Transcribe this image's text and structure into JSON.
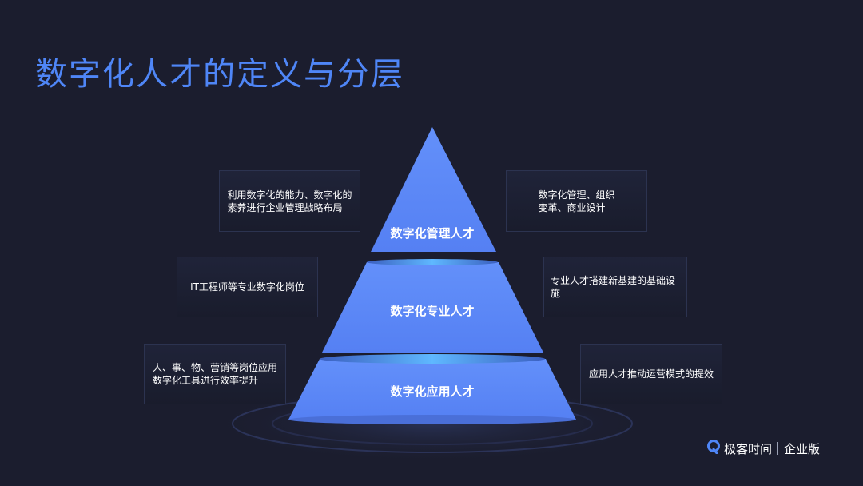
{
  "title": "数字化人才的定义与分层",
  "colors": {
    "pyramid": "#5b87f7",
    "title": "#4f86f7",
    "background": "#1b1d2e",
    "tier_top_edge": "#4fa3ff"
  },
  "pyramid": {
    "tiers": [
      {
        "label": "数字化管理人才"
      },
      {
        "label": "数字化专业人才"
      },
      {
        "label": "数字化应用人才"
      }
    ]
  },
  "descriptions": {
    "left": [
      {
        "lines": [
          "利用数字化的能力、数字化的",
          "素养进行企业管理战略布局"
        ]
      },
      {
        "lines": [
          "IT工程师等专业数字化岗位"
        ]
      },
      {
        "lines": [
          "人、事、物、营销等岗位应用",
          "数字化工具进行效率提升"
        ]
      }
    ],
    "right": [
      {
        "lines": [
          "数字化管理、组织",
          "变革、商业设计"
        ]
      },
      {
        "lines": [
          "专业人才搭建新基建的基础设施"
        ]
      },
      {
        "lines": [
          "应用人才推动运营模式的提效"
        ]
      }
    ]
  },
  "logo": {
    "brand": "极客时间",
    "edition": "企业版",
    "icon": "geek-logo-icon"
  }
}
